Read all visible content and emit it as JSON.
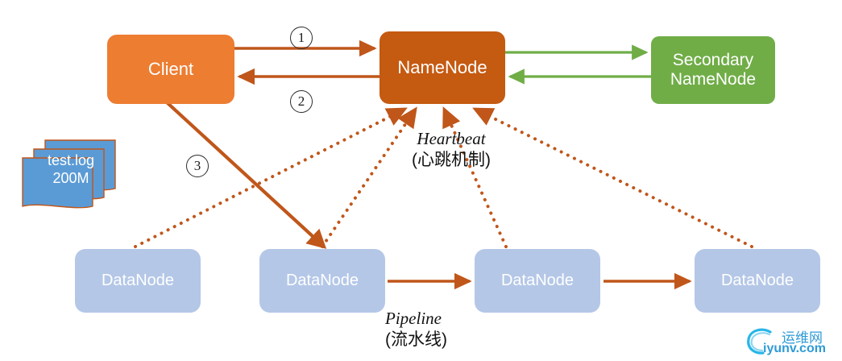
{
  "diagram": {
    "title": "HDFS write flow diagram",
    "colors": {
      "client": "#ED7D31",
      "namenode": "#C55A11",
      "secondary_namenode": "#70AD47",
      "datanode": "#B4C7E7",
      "arrow_orange": "#C0561A",
      "arrow_green": "#70AD47",
      "dotted_orange": "#C0561A",
      "watermark": "#2f9bd6"
    }
  },
  "nodes": {
    "client": {
      "label": "Client"
    },
    "namenode": {
      "label": "NameNode"
    },
    "secondary_namenode": {
      "label": "Secondary\nNameNode",
      "line1": "Secondary",
      "line2": "NameNode"
    },
    "datanodes": [
      {
        "label": "DataNode"
      },
      {
        "label": "DataNode"
      },
      {
        "label": "DataNode"
      },
      {
        "label": "DataNode"
      }
    ]
  },
  "file_stack": {
    "name": "test.log",
    "size": "200M"
  },
  "step_markers": [
    {
      "id": "step-1",
      "label": "①",
      "glyph": "1"
    },
    {
      "id": "step-2",
      "label": "②",
      "glyph": "2"
    },
    {
      "id": "step-3",
      "label": "③",
      "glyph": "3"
    }
  ],
  "annotations": {
    "heartbeat": {
      "en": "Heartbeat",
      "cn": "(心跳机制)"
    },
    "pipeline": {
      "en": "Pipeline",
      "cn": "(流水线)"
    }
  },
  "watermark": {
    "cn": "运维网",
    "en": "iyunv.com"
  }
}
